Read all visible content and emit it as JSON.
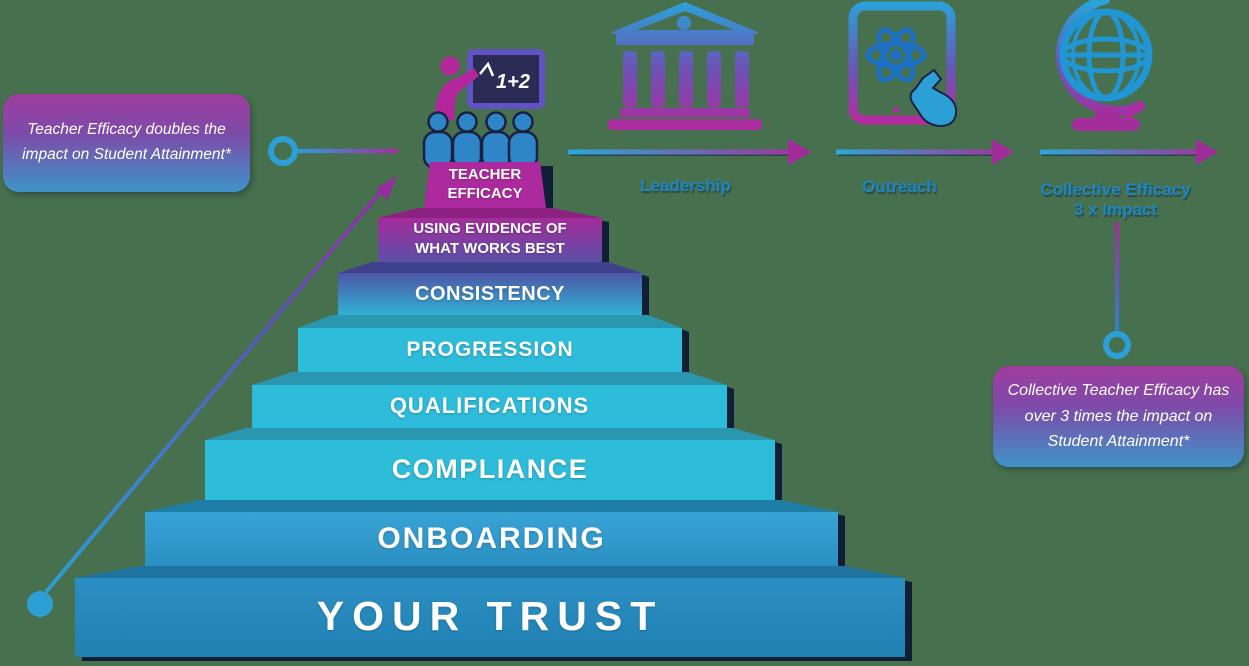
{
  "diagram_title": "Teacher Efficacy staircase",
  "background_color": "#47704e",
  "colors": {
    "accent_magenta": "#a82d9e",
    "accent_purple": "#5b50a8",
    "accent_cyan": "#2dbcd9",
    "accent_blue": "#2b9fd6",
    "trust_blue": "#2487ba",
    "flow_label_blue": "#1d86c2",
    "shadow_navy": "#101e36"
  },
  "pyramid": {
    "steps": [
      {
        "id": "teacher-efficacy",
        "label": "TEACHER EFFICACY"
      },
      {
        "id": "using-evidence",
        "label": "USING EVIDENCE OF WHAT WORKS BEST"
      },
      {
        "id": "consistency",
        "label": "CONSISTENCY"
      },
      {
        "id": "progression",
        "label": "PROGRESSION"
      },
      {
        "id": "qualifications",
        "label": "QUALIFICATIONS"
      },
      {
        "id": "compliance",
        "label": "COMPLIANCE"
      },
      {
        "id": "onboarding",
        "label": "ONBOARDING"
      },
      {
        "id": "your-trust",
        "label": "YOUR TRUST"
      }
    ]
  },
  "flow": {
    "steps": [
      {
        "label": "Leadership",
        "icon": "institution-icon"
      },
      {
        "label": "Outreach",
        "icon": "tablet-atom-icon"
      },
      {
        "label": "Collective Efficacy",
        "sublabel": "3 x Impact",
        "icon": "desk-globe-icon"
      }
    ]
  },
  "callouts": {
    "left": {
      "text": "Teacher Efficacy doubles the impact on Student Attainment*"
    },
    "right": {
      "text": "Collective Teacher Efficacy has over 3 times the impact on Student Attainment*"
    }
  },
  "icons": {
    "teacher_board_text": "1+2",
    "top_icon": "teacher-classroom-icon"
  }
}
